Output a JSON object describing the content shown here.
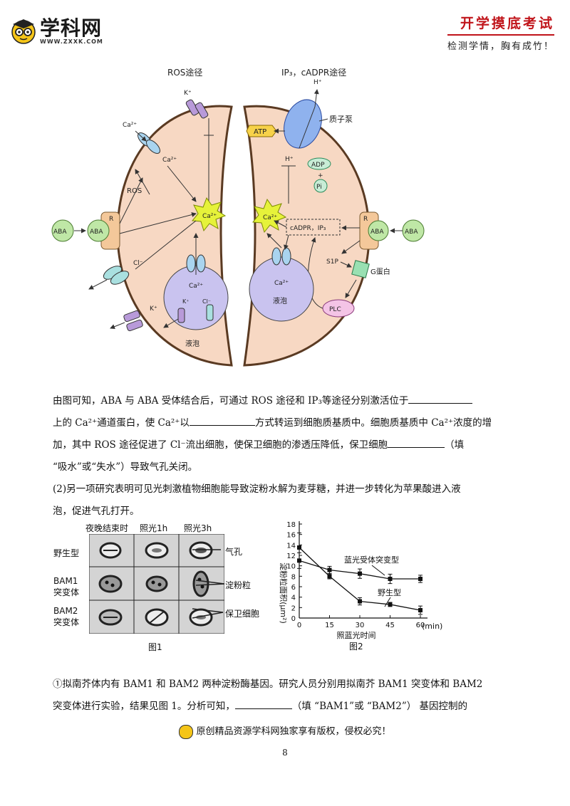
{
  "header": {
    "logo_text": "学科网",
    "logo_url": "WWW.ZXXK.COM",
    "title": "开学摸底考试",
    "subtitle": "检测学情，胸有成竹！"
  },
  "diagram": {
    "ros_path": "ROS途径",
    "ip3_path": "IP₃，cADPR途径",
    "proton_pump": "质子泵",
    "k_plus": "K⁺",
    "ca2_plus": "Ca²⁺",
    "ros": "ROS",
    "aba": "ABA",
    "r": "R",
    "cl_minus": "Cl⁻",
    "vacuole": "液泡",
    "atp": "ATP",
    "adp": "ADP",
    "plus": "+",
    "pi": "Pi",
    "h_plus": "H⁺",
    "cadpr_ip3": "cADPR，IP₃",
    "s1p": "S1P",
    "g_protein": "G蛋白",
    "plc": "PLC"
  },
  "text": {
    "p1_a": "由图可知，ABA 与 ABA 受体结合后，可通过 ROS 途径和 IP₃等途径分别激活位于",
    "p1_b": "上的 Ca²⁺通道蛋白，使 Ca²⁺以",
    "p1_c": "方式转运到细胞质基质中。细胞质基质中 Ca²⁺浓度的增",
    "p1_d": "加，其中 ROS 途径促进了 Cl⁻流出细胞，使保卫细胞的渗透压降低，保卫细胞",
    "p1_e": "（填",
    "p1_f": "“吸水”或“失水”）导致气孔关闭。",
    "p2_a": "(2)另一项研究表明可见光刺激植物细胞能导致淀粉水解为麦芽糖，并进一步转化为苹果酸进入液",
    "p2_b": "泡，促进气孔打开。",
    "p3_a": "①拟南芥体内有 BAM1 和 BAM2 两种淀粉酶基因。研究人员分别用拟南芥 BAM1 突变体和 BAM2",
    "p3_b": "突变体进行实验，结果见图 1。分析可知，",
    "p3_c": "（填 “BAM1”或 “BAM2”） 基因控制的"
  },
  "figure1": {
    "col_headers": [
      "夜晚结束时",
      "照光1h",
      "照光3h"
    ],
    "row_labels": [
      "野生型",
      "BAM1\n突变体",
      "BAM2\n突变体"
    ],
    "annotations": [
      "气孔",
      "淀粉粒",
      "保卫细胞"
    ],
    "caption": "图1"
  },
  "chart_data": {
    "type": "line",
    "title": "",
    "xlabel": "照蓝光时间",
    "x_unit": "(min)",
    "ylabel": "淀粉粒面积(μm²)",
    "x": [
      0,
      15,
      30,
      45,
      60
    ],
    "xlim": [
      0,
      60
    ],
    "ylim": [
      0,
      18
    ],
    "yticks": [
      0,
      2,
      4,
      6,
      8,
      10,
      12,
      14,
      16,
      18
    ],
    "series": [
      {
        "name": "蓝光受体突变型",
        "values": [
          11,
          9.2,
          8.5,
          7.5,
          7.5
        ],
        "errors": [
          1.5,
          0.7,
          0.9,
          0.9,
          0.7
        ],
        "marker": "square"
      },
      {
        "name": "野生型",
        "values": [
          13.5,
          8,
          3.2,
          2.6,
          1.5
        ],
        "errors": [
          2.8,
          0.5,
          0.7,
          0.4,
          0.8
        ],
        "marker": "square"
      }
    ],
    "caption": "图2"
  },
  "footer": {
    "text": "原创精品资源学科网独家享有版权，侵权必究！",
    "page_number": "8"
  }
}
